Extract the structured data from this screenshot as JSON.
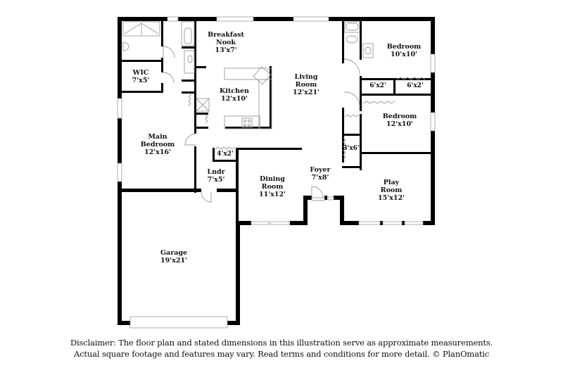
{
  "floorplan": {
    "rooms": [
      {
        "id": "breakfast-nook",
        "name_lines": [
          "Breakfast",
          "Nook"
        ],
        "dims": "13'x7'"
      },
      {
        "id": "wic",
        "name_lines": [
          "WIC"
        ],
        "dims": "7'x5'"
      },
      {
        "id": "kitchen",
        "name_lines": [
          "Kitchen"
        ],
        "dims": "12'x10'"
      },
      {
        "id": "living-room",
        "name_lines": [
          "Living",
          "Room"
        ],
        "dims": "12'x21'"
      },
      {
        "id": "bedroom-1",
        "name_lines": [
          "Bedroom"
        ],
        "dims": "10'x10'"
      },
      {
        "id": "closet-a",
        "name_lines": [],
        "dims": "6'x2'"
      },
      {
        "id": "closet-b",
        "name_lines": [],
        "dims": "6'x2'"
      },
      {
        "id": "bedroom-2",
        "name_lines": [
          "Bedroom"
        ],
        "dims": "12'x10'"
      },
      {
        "id": "main-bedroom",
        "name_lines": [
          "Main",
          "Bedroom"
        ],
        "dims": "12'x16'"
      },
      {
        "id": "closet-c",
        "name_lines": [],
        "dims": "4'x2'"
      },
      {
        "id": "closet-d",
        "name_lines": [],
        "dims": "3'x6'"
      },
      {
        "id": "laundry",
        "name_lines": [
          "Lndr"
        ],
        "dims": "7'x5'"
      },
      {
        "id": "dining-room",
        "name_lines": [
          "Dining",
          "Room"
        ],
        "dims": "11'x12'"
      },
      {
        "id": "foyer",
        "name_lines": [
          "Foyer"
        ],
        "dims": "7'x8'"
      },
      {
        "id": "play-room",
        "name_lines": [
          "Play",
          "Room"
        ],
        "dims": "15'x12'"
      },
      {
        "id": "garage",
        "name_lines": [
          "Garage"
        ],
        "dims": "19'x21'"
      }
    ]
  },
  "disclaimer": {
    "line1": "Disclaimer: The floor plan and stated dimensions in this illustration serve as approximate measurements.",
    "line2": "Actual square footage and features may vary. Read terms and conditions for more detail. © PlanOmatic"
  },
  "colors": {
    "wall": "#000000",
    "fixture": "#9a9a9a",
    "window": "#c8c8c8",
    "background": "#ffffff"
  }
}
